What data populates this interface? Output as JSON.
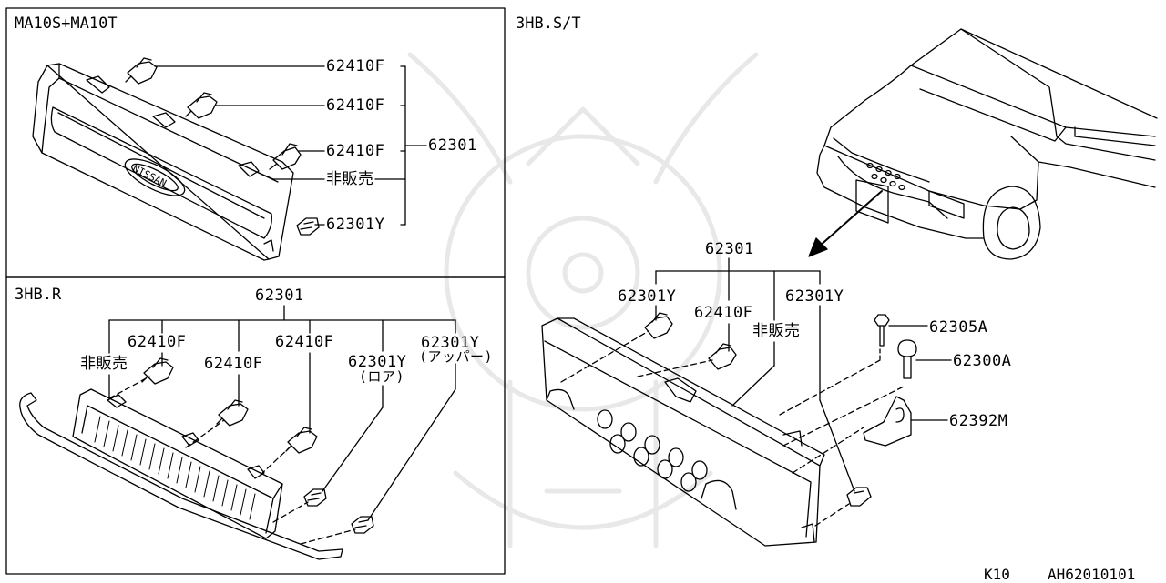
{
  "diagram_id": "AH62010101",
  "page_code": "K10",
  "sections": {
    "top_left": {
      "title": "MA10S+MA10T",
      "labels": {
        "clip_1": "62410F",
        "clip_2": "62410F",
        "clip_3": "62410F",
        "not_sold": "非販売",
        "clip_y": "62301Y",
        "grille": "62301"
      },
      "emblem": "NISSAN"
    },
    "bottom_left": {
      "title": "3HB.R",
      "labels": {
        "grille": "62301",
        "not_sold": "非販売",
        "clip_1": "62410F",
        "clip_2": "62410F",
        "clip_3": "62410F",
        "clip_lower": "62301Y",
        "lower_note": "(ロア)",
        "clip_upper": "62301Y",
        "upper_note": "(アッパー)"
      }
    },
    "right": {
      "title": "3HB.S/T",
      "labels": {
        "grille": "62301",
        "clip_y_left": "62301Y",
        "clip_f": "62410F",
        "not_sold": "非販売",
        "clip_y_right": "62301Y",
        "screw": "62305A",
        "bolt": "62300A",
        "bracket": "62392M"
      }
    }
  }
}
